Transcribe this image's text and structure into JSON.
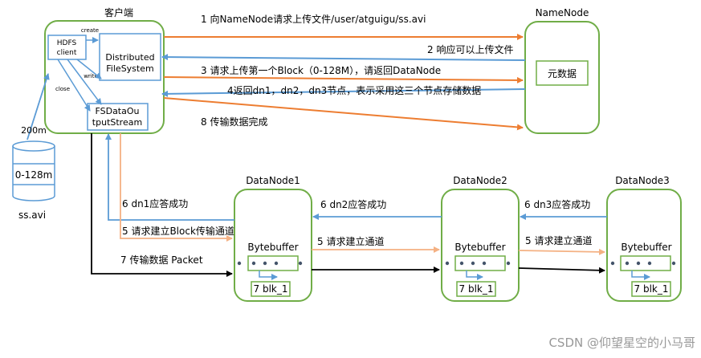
{
  "client": {
    "title": "客户端",
    "hdfs_client": [
      "HDFS",
      "client"
    ],
    "dfs": [
      "Distributed",
      "FileSystem"
    ],
    "fsdos": [
      "FSDataOu",
      "tputStream"
    ],
    "create": "create",
    "write": "write",
    "close": "close"
  },
  "namenode": {
    "title": "NameNode",
    "meta": "元数据"
  },
  "file": {
    "size": "200m",
    "range": "0-128m",
    "name": "ss.avi"
  },
  "messages": {
    "m1": "1 向NameNode请求上传文件/user/atguigu/ss.avi",
    "m2": "2 响应可以上传文件",
    "m3": "3 请求上传第一个Block（0-128M），请返回DataNode",
    "m4": "4返回dn1，dn2，dn3节点，表示采用这三个节点存储数据",
    "m8": "8 传输数据完成",
    "m5a": "5 请求建立Block传输通道",
    "m5b": "5 请求建立通道",
    "m5c": "5 请求建立通道",
    "m6a": "6 dn1应答成功",
    "m6b": "6 dn2应答成功",
    "m6c": "6 dn3应答成功",
    "m7": "7 传输数据  Packet"
  },
  "datanodes": [
    {
      "title": "DataNode1",
      "buffer": "Bytebuffer",
      "blk": "7 blk_1"
    },
    {
      "title": "DataNode2",
      "buffer": "Bytebuffer",
      "blk": "7 blk_1"
    },
    {
      "title": "DataNode3",
      "buffer": "Bytebuffer",
      "blk": "7 blk_1"
    }
  ],
  "watermark": "CSDN @仰望星空的小马哥",
  "colors": {
    "green": "#70ad47",
    "blue": "#5b9bd5",
    "orange": "#ed7d31",
    "peach": "#f4b183"
  }
}
